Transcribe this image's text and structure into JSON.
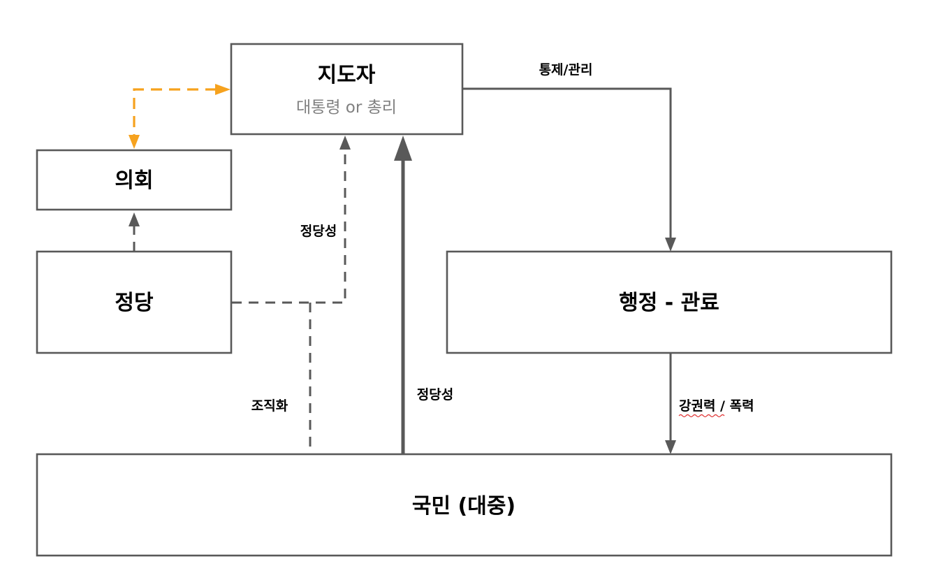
{
  "nodes": {
    "leader": {
      "title": "지도자",
      "subtitle": "대통령 or 총리"
    },
    "parliament": {
      "title": "의회"
    },
    "party": {
      "title": "정당"
    },
    "administration": {
      "title": "행정 - 관료"
    },
    "people": {
      "title": "국민 (대중)"
    }
  },
  "edges": {
    "leader_to_administration": {
      "label": "통제/관리"
    },
    "party_to_leader": {
      "label": "정당성"
    },
    "people_to_leader": {
      "label": "정당성"
    },
    "party_to_people": {
      "label": "조직화"
    },
    "administration_to_people": {
      "label": "강권력 / 폭력"
    }
  },
  "colors": {
    "stroke": "#595959",
    "accent_orange": "#f6a21e",
    "subtitle_gray": "#808080",
    "spellcheck_underline": "#e03131"
  }
}
